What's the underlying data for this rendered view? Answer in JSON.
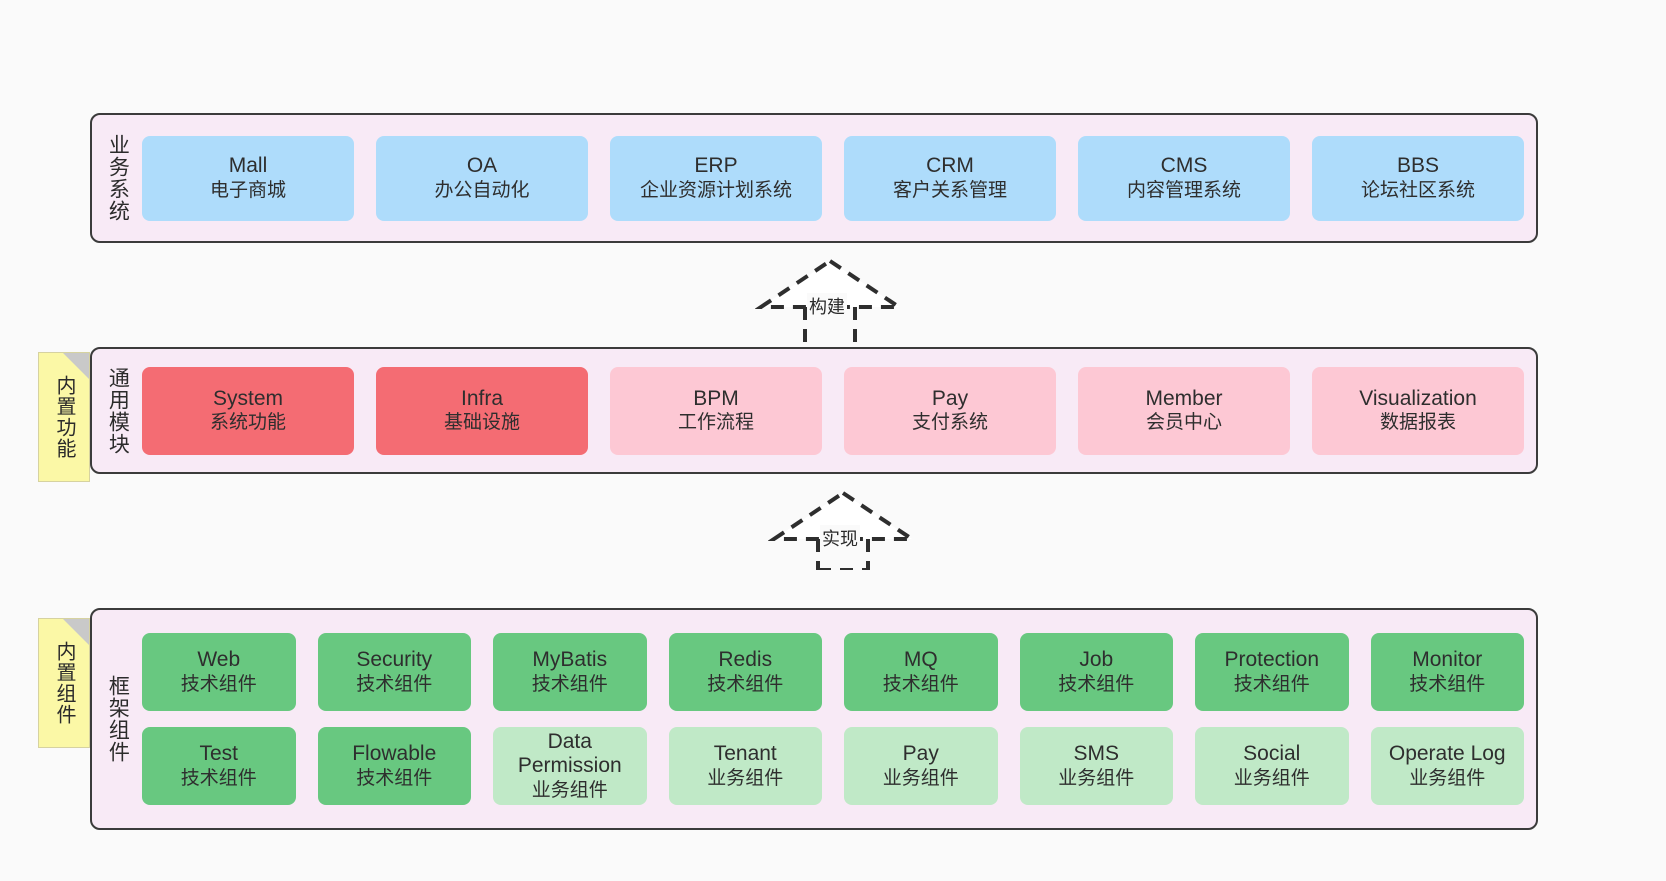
{
  "canvas": {
    "background": "#fafafa",
    "panel_fill": "#f8eaf6",
    "panel_stroke": "#3b3b3b",
    "sticky_fill": "#fbf8a6",
    "sticky_fold": "#c9c9c9",
    "text_color": "#2e2e2e"
  },
  "layers": {
    "business": {
      "title": "业务系统",
      "accent": "#aedcfb",
      "items": [
        {
          "name": "Mall",
          "desc": "电子商城"
        },
        {
          "name": "OA",
          "desc": "办公自动化"
        },
        {
          "name": "ERP",
          "desc": "企业资源计划系统"
        },
        {
          "name": "CRM",
          "desc": "客户关系管理"
        },
        {
          "name": "CMS",
          "desc": "内容管理系统"
        },
        {
          "name": "BBS",
          "desc": "论坛社区系统"
        }
      ]
    },
    "common": {
      "title": "通用模块",
      "sticky": "内置功能",
      "accent_strong": "#f46c73",
      "accent_light": "#fdc8d4",
      "items": [
        {
          "name": "System",
          "desc": "系统功能",
          "tone": "strong"
        },
        {
          "name": "Infra",
          "desc": "基础设施",
          "tone": "strong"
        },
        {
          "name": "BPM",
          "desc": "工作流程",
          "tone": "light"
        },
        {
          "name": "Pay",
          "desc": "支付系统",
          "tone": "light"
        },
        {
          "name": "Member",
          "desc": "会员中心",
          "tone": "light"
        },
        {
          "name": "Visualization",
          "desc": "数据报表",
          "tone": "light"
        }
      ]
    },
    "framework": {
      "title": "框架组件",
      "sticky": "内置组件",
      "accent_strong": "#68c880",
      "accent_light": "#c0e9c7",
      "row1": [
        {
          "name": "Web",
          "desc": "技术组件",
          "tone": "strong"
        },
        {
          "name": "Security",
          "desc": "技术组件",
          "tone": "strong"
        },
        {
          "name": "MyBatis",
          "desc": "技术组件",
          "tone": "strong"
        },
        {
          "name": "Redis",
          "desc": "技术组件",
          "tone": "strong"
        },
        {
          "name": "MQ",
          "desc": "技术组件",
          "tone": "strong"
        },
        {
          "name": "Job",
          "desc": "技术组件",
          "tone": "strong"
        },
        {
          "name": "Protection",
          "desc": "技术组件",
          "tone": "strong"
        },
        {
          "name": "Monitor",
          "desc": "技术组件",
          "tone": "strong"
        }
      ],
      "row2": [
        {
          "name": "Test",
          "desc": "技术组件",
          "tone": "strong"
        },
        {
          "name": "Flowable",
          "desc": "技术组件",
          "tone": "strong"
        },
        {
          "name": "Data Permission",
          "desc": "业务组件",
          "tone": "light"
        },
        {
          "name": "Tenant",
          "desc": "业务组件",
          "tone": "light"
        },
        {
          "name": "Pay",
          "desc": "业务组件",
          "tone": "light"
        },
        {
          "name": "SMS",
          "desc": "业务组件",
          "tone": "light"
        },
        {
          "name": "Social",
          "desc": "业务组件",
          "tone": "light"
        },
        {
          "name": "Operate Log",
          "desc": "业务组件",
          "tone": "light"
        }
      ]
    }
  },
  "connectors": [
    {
      "label": "构建",
      "from": "common",
      "to": "business",
      "style": "dashed-generalization"
    },
    {
      "label": "实现",
      "from": "framework",
      "to": "common",
      "style": "dashed-generalization"
    }
  ]
}
